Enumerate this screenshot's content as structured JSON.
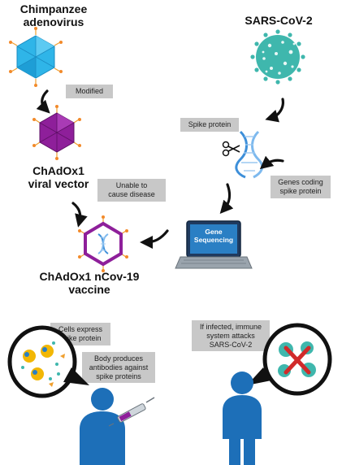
{
  "labels": {
    "chimp_title": [
      "Chimpanzee",
      "adenovirus"
    ],
    "sars_title": "SARS-CoV-2",
    "chadox1_title": [
      "ChAdOx1",
      "viral vector"
    ],
    "vaccine_title": [
      "ChAdOx1 nCov-19",
      "vaccine"
    ],
    "gene_sequencing": [
      "Gene",
      "Sequencing"
    ]
  },
  "tags": {
    "modified": "Modified",
    "spike_protein": "Spike protein",
    "unable": [
      "Unable to",
      "cause disease"
    ],
    "genes_coding": [
      "Genes coding",
      "spike protein"
    ],
    "cells_express": [
      "Cells express",
      "spike protein"
    ],
    "body_produces": [
      "Body produces",
      "antibodies against",
      "spike proteins"
    ],
    "if_infected": [
      "If infected, immune",
      "system attacks",
      "SARS-CoV-2"
    ]
  },
  "colors": {
    "adenovirus_blue": "#2fb5e8",
    "vector_purple": "#8e1f9a",
    "coronavirus_teal": "#3fb7ad",
    "dna_blue": "#3d8fd9",
    "person_blue": "#1d6fb8",
    "tag_gray": "#c8c8c8",
    "cross_red": "#d12a2a",
    "laptop_navy": "#1f3a5f"
  },
  "icons": [
    "adenovirus-icon",
    "coronavirus-icon",
    "modified-vector-icon",
    "dna-icon",
    "scissors-icon",
    "vaccine-particle-icon",
    "laptop-icon",
    "person-icon",
    "syringe-icon",
    "cell-icon",
    "cross-icon",
    "arrow-icon"
  ]
}
